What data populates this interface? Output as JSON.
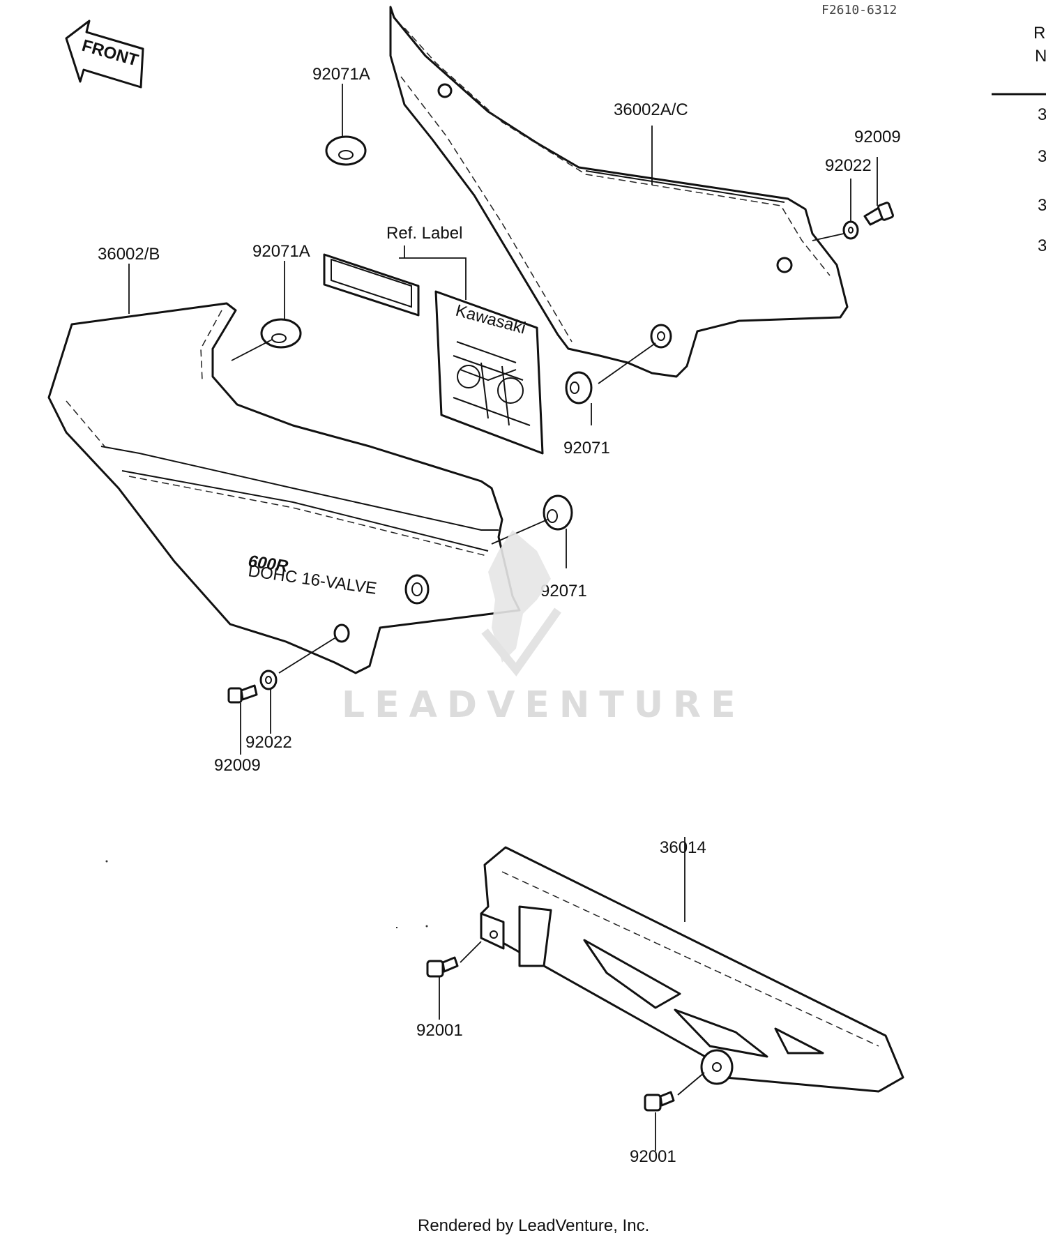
{
  "drawing_code": "F2610-6312",
  "front_arrow_label": "FRONT",
  "labels": {
    "grommet_top": "92071A",
    "cover_right": "36002A/C",
    "bolt_right": "92009",
    "washer_right": "92022",
    "ref_label": "Ref. Label",
    "cover_left": "36002/B",
    "grommet_left": "92071A",
    "grommet_right_lower": "92071",
    "grommet_left_lower": "92071",
    "washer_left": "92022",
    "bolt_left": "92009",
    "chain_guard": "36014",
    "bolt_guard_front": "92001",
    "bolt_guard_rear": "92001"
  },
  "decal": {
    "model": "600R",
    "subtitle": "DOHC 16-VALVE"
  },
  "label_brand": "Kawasaki",
  "table_header": [
    "R",
    "N"
  ],
  "table_rows": [
    "3",
    "3",
    "3",
    "3"
  ],
  "watermark": "LEADVENTURE",
  "footer": "Rendered by LeadVenture, Inc."
}
